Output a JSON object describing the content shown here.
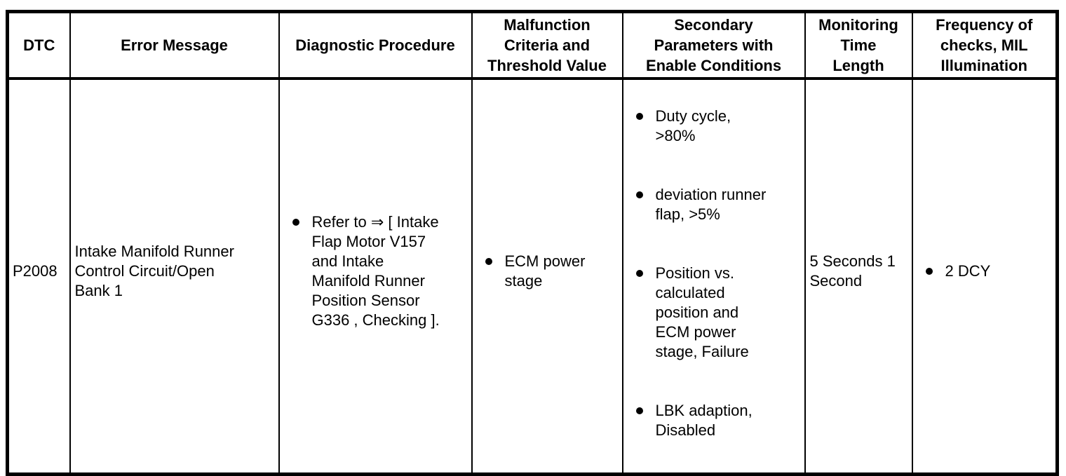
{
  "colors": {
    "border": "#000000",
    "text": "#000000",
    "background": "#ffffff"
  },
  "table": {
    "headers": [
      "DTC",
      "Error Message",
      "Diagnostic Procedure",
      "Malfunction\nCriteria and\nThreshold Value",
      "Secondary\nParameters with\nEnable Conditions",
      "Monitoring\nTime\nLength",
      "Frequency of\nchecks, MIL\nIllumination"
    ],
    "row": {
      "dtc": "P2008",
      "error_message": "Intake Manifold Runner\nControl Circuit/Open\nBank 1",
      "diagnostic_procedure": {
        "items": [
          "Refer to ⇒ [ Intake\nFlap Motor V157\nand Intake\nManifold Runner\nPosition Sensor\nG336 , Checking ]."
        ]
      },
      "malfunction_criteria": {
        "items": [
          "ECM power\nstage"
        ]
      },
      "secondary_parameters": {
        "items": [
          "Duty cycle,\n>80%",
          "deviation runner\nflap, >5%",
          "Position vs.\ncalculated\nposition and\nECM power\nstage, Failure",
          "LBK adaption,\nDisabled"
        ]
      },
      "monitoring_time": "5 Seconds 1\nSecond",
      "frequency": {
        "items": [
          "2 DCY"
        ]
      }
    },
    "bullet_icon": "filled-circle"
  }
}
